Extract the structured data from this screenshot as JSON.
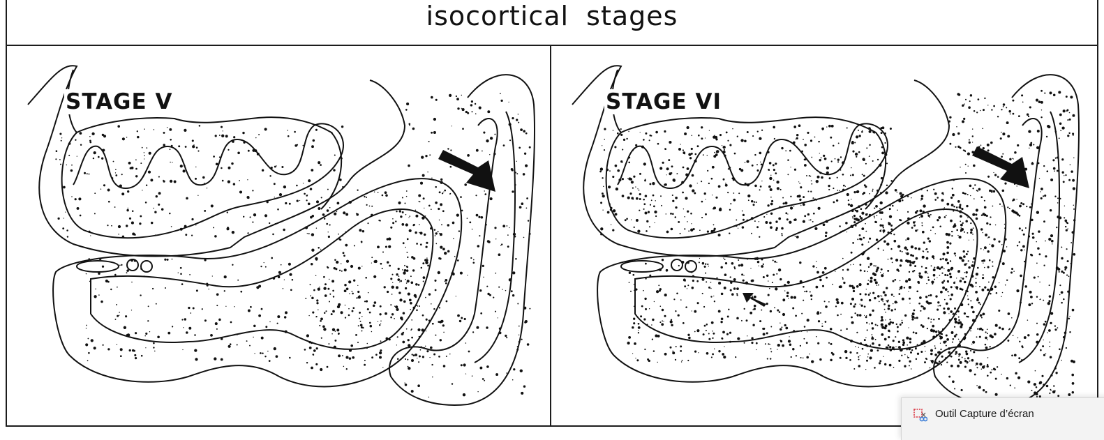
{
  "figure": {
    "title": "isocortical stages",
    "panels": [
      {
        "label": "STAGE V",
        "arrows": [
          "large-arrow"
        ]
      },
      {
        "label": "STAGE VI",
        "arrows": [
          "large-arrow",
          "small-arrow"
        ]
      }
    ]
  },
  "notification": {
    "app_name": "Outil Capture d’écran",
    "icon": "snipping-tool-icon"
  },
  "colors": {
    "ink": "#111111",
    "background": "#ffffff",
    "toast_bg": "#f3f3f3"
  }
}
